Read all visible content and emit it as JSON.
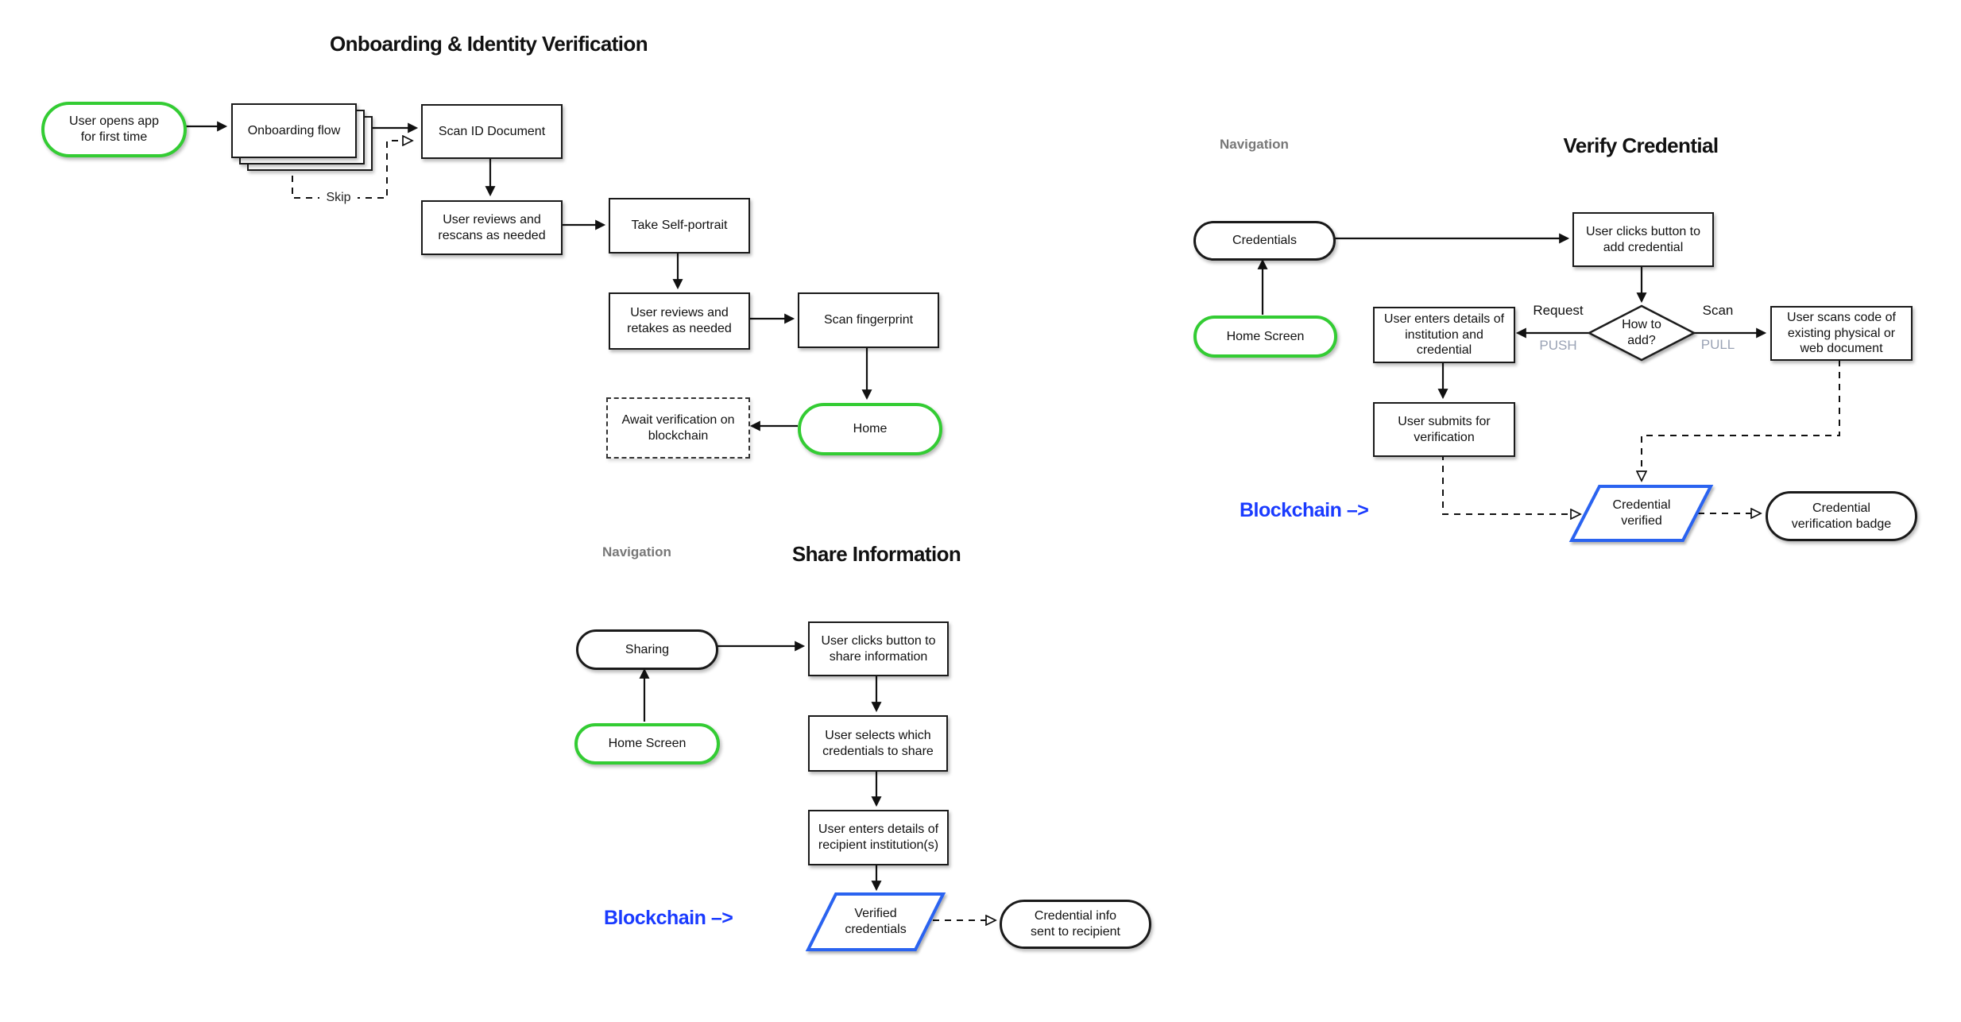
{
  "colors": {
    "green_accent": "#33cc33",
    "blue_shape_stroke": "#2c63f0",
    "blue_text": "#1a3bff",
    "gray_section_label": "#777777",
    "gray_edge_label": "#9aa3b5",
    "ink": "#111111"
  },
  "flows": {
    "onboarding": {
      "title": "Onboarding & Identity Verification",
      "nodes": {
        "start": "User opens app\nfor first time",
        "flow_stack": "Onboarding flow",
        "scan_id": "Scan ID Document",
        "reviews_rescans": "User reviews and\nrescans as needed",
        "self_portrait": "Take Self-portrait",
        "reviews_retakes": "User reviews and\nretakes as needed",
        "fingerprint": "Scan fingerprint",
        "home": "Home",
        "await": "Await verification on\nblockchain"
      },
      "labels": {
        "skip": "Skip"
      }
    },
    "share": {
      "section_label": "Navigation",
      "title": "Share Information",
      "nodes": {
        "sharing": "Sharing",
        "home": "Home Screen",
        "clicks": "User clicks button to\nshare information",
        "selects": "User selects which\ncredentials to share",
        "enters": "User enters details of\nrecipient institution(s)",
        "verified": "Verified\ncredentials",
        "sent": "Credential info\nsent to recipient"
      },
      "labels": {
        "blockchain": "Blockchain –>"
      }
    },
    "verify": {
      "section_label": "Navigation",
      "title": "Verify Credential",
      "nodes": {
        "credentials": "Credentials",
        "home": "Home Screen",
        "clicks": "User clicks button to\nadd credential",
        "decision": "How to\nadd?",
        "enters": "User enters details of\ninstitution and\ncredential",
        "scans": "User scans code of\nexisting physical or\nweb document",
        "submits": "User submits for\nverification",
        "verified": "Credential\nverified",
        "badge": "Credential\nverification badge"
      },
      "labels": {
        "request": "Request",
        "push": "PUSH",
        "scan": "Scan",
        "pull": "PULL",
        "blockchain": "Blockchain –>"
      }
    }
  }
}
